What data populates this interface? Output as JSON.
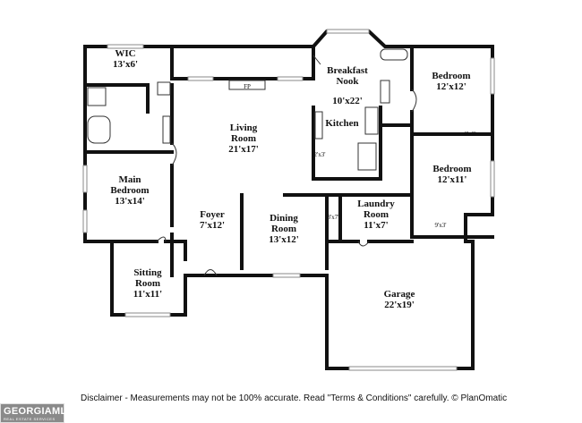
{
  "rooms": {
    "wic": {
      "name": "WIC",
      "size": "13'x6'"
    },
    "breakfast_nook": {
      "name_line1": "Breakfast",
      "name_line2": "Nook",
      "size": "10'x22'"
    },
    "bedroom_1": {
      "name": "Bedroom",
      "size": "12'x12'"
    },
    "living_room": {
      "name": "Living",
      "name_line2": "Room",
      "size": "21'x17'"
    },
    "kitchen": {
      "name": "Kitchen"
    },
    "fireplace": {
      "name": "FP"
    },
    "main_bedroom": {
      "name_line1": "Main",
      "name_line2": "Bedroom",
      "size": "13'x14'"
    },
    "bedroom_2": {
      "name": "Bedroom",
      "size": "12'x11'"
    },
    "foyer": {
      "name": "Foyer",
      "size": "7'x12'"
    },
    "dining_room": {
      "name": "Dining",
      "name_line2": "Room",
      "size": "13'x12'"
    },
    "laundry_room": {
      "name": "Laundry",
      "name_line2": "Room",
      "size": "11'x7'"
    },
    "sitting_room": {
      "name": "Sitting",
      "name_line2": "Room",
      "size": "11'x11'"
    },
    "garage": {
      "name": "Garage",
      "size": "22'x19'"
    }
  },
  "closets": {
    "closet_a": "6'x2'",
    "closet_b": "2'x3'",
    "closet_c": "9'x3'",
    "closet_d": "3'x7'"
  },
  "disclaimer": "Disclaimer - Measurements may not be 100% accurate. Read \"Terms & Conditions\" carefully. © PlanOmatic",
  "logo": {
    "name": "GEORGIAMLS",
    "subtitle": "REAL ESTATE SERVICES"
  },
  "colors": {
    "wall": "#111111",
    "logo_bg": "#8a8a8a"
  }
}
